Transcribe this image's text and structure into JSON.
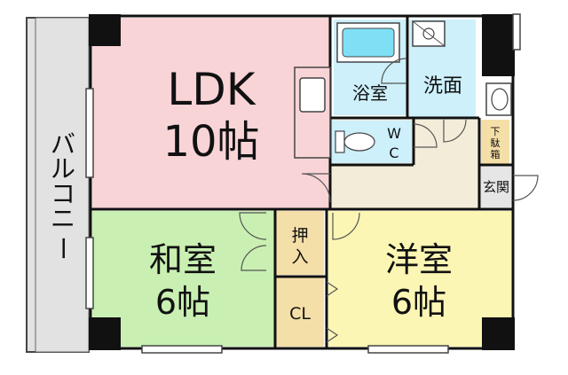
{
  "rooms": {
    "ldk": {
      "name": "LDK",
      "size": "10帖",
      "color": "#f9d4d7"
    },
    "washitsu": {
      "name": "和室",
      "size": "6帖",
      "color": "#c9f0b2"
    },
    "youshitsu": {
      "name": "洋室",
      "size": "6帖",
      "color": "#fbf6b4"
    },
    "bath": {
      "name": "浴室",
      "color": "#cdf0fb"
    },
    "washroom": {
      "name": "洗面",
      "color": "#cdf0fb"
    },
    "toilet": {
      "name": "WC",
      "line1": "W",
      "line2": "C",
      "color": "#cdf0fb"
    },
    "entrance": {
      "name": "玄関",
      "color": "#f2ecd9"
    },
    "shoe_box": {
      "name": "下駄箱",
      "line1": "下",
      "line2": "駄",
      "line3": "箱",
      "color": "#f5dfa8"
    },
    "oshiire": {
      "name": "押入",
      "line1": "押",
      "line2": "入",
      "color": "#f5dfa8"
    },
    "closet": {
      "name": "CL",
      "color": "#f5dfa8"
    }
  },
  "balcony": {
    "label": "バルコニー",
    "chars": [
      "バ",
      "ル",
      "コ",
      "ニ",
      "ー"
    ],
    "color": "#e2e2e2"
  },
  "colors": {
    "wall": "#111111",
    "outline": "#222222",
    "fixture_blue": "#7fe0f5"
  }
}
